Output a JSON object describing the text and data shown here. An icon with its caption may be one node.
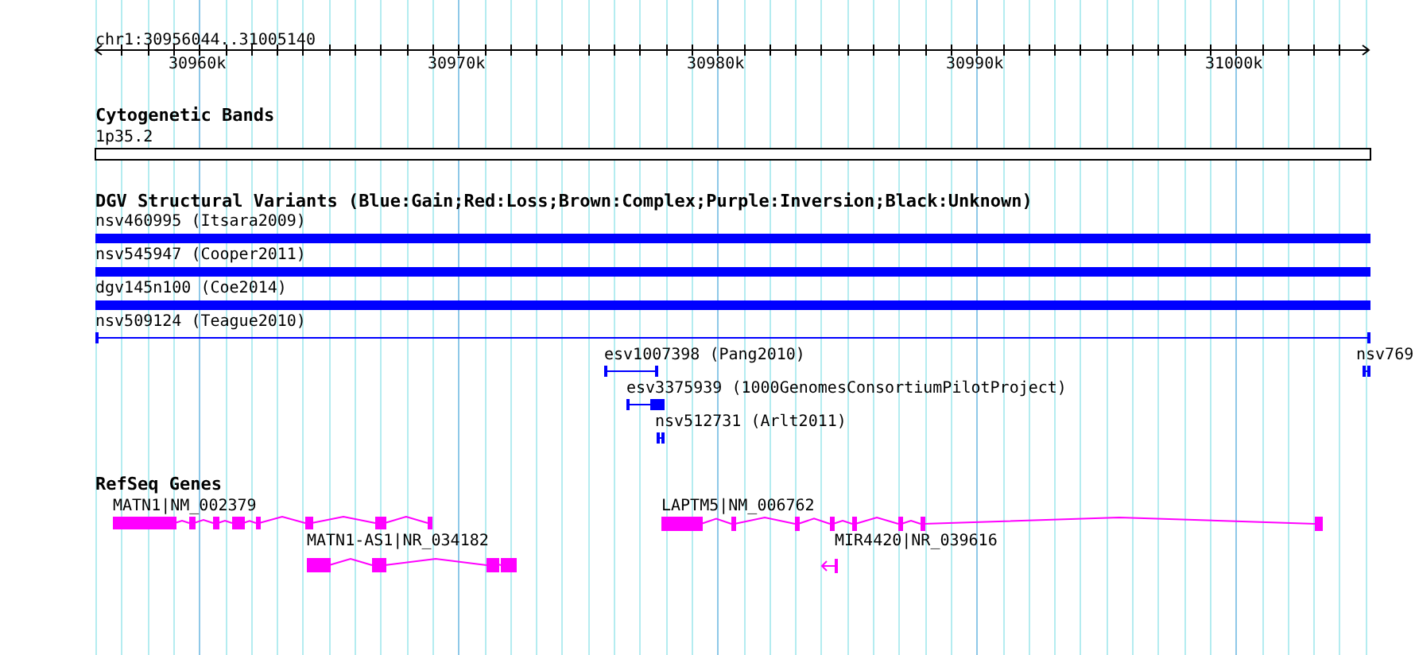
{
  "diagram": {
    "nodes": [
      {
        "text": [
          "1p35.2"
        ]
      },
      {
        "text": [
          "nsv460995 (Itsara2009)"
        ]
      },
      {
        "text": [
          "nsv545947 (Cooper2011)"
        ]
      },
      {
        "text": [
          "dgv145n100 (Coe2014)"
        ]
      },
      {
        "text": [
          "nsv509124 (Teague2010)"
        ]
      },
      {
        "text": [
          "esv1007398 (Pang2010)"
        ]
      },
      {
        "text": [
          "nsv769"
        ]
      },
      {
        "text": [
          "esv3375939 (1000GenomesConsortiumPilotProject)"
        ]
      },
      {
        "text": [
          "nsv512731 (Arlt2011)"
        ]
      },
      {
        "text": [
          "MATN1|NM_002379"
        ]
      },
      {
        "text": [
          "LAPTM5|NM_006762"
        ]
      },
      {
        "text": [
          "MATN1-AS1|NR_034182"
        ]
      },
      {
        "text": [
          "MIR4420|NR_039616"
        ]
      }
    ],
    "labels": [
      "chr1:30956044..31005140",
      "30960k",
      "30970k",
      "30980k",
      "30990k",
      "31000k",
      "Cytogenetic Bands",
      "DGV Structural Variants (Blue:Gain;Red:Loss;Brown:Complex;Purple:Inversion;Black:Unknown)",
      "RefSeq Genes"
    ]
  }
}
